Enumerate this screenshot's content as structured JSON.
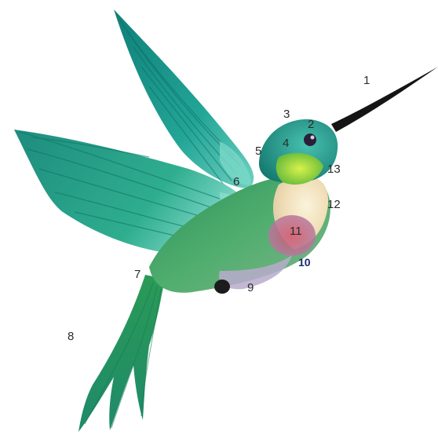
{
  "colors": {
    "background": "#ffffff",
    "plumage_teal": "#1f9b8c",
    "plumage_green": "#3f9a4a",
    "wing_light": "#63c2b3",
    "throat_yellow": "#b7e02a",
    "breast_cream": "#f5ead0",
    "belly_red": "#c94a63",
    "belly_lavender": "#b7a7c9",
    "beak_black": "#151515",
    "label_text": "#2b2b2b"
  },
  "labels": [
    {
      "id": "1",
      "text": "1"
    },
    {
      "id": "2",
      "text": "2"
    },
    {
      "id": "3",
      "text": "3"
    },
    {
      "id": "4",
      "text": "4"
    },
    {
      "id": "5",
      "text": "5"
    },
    {
      "id": "6",
      "text": "6"
    },
    {
      "id": "7",
      "text": "7"
    },
    {
      "id": "8",
      "text": "8"
    },
    {
      "id": "9",
      "text": "9"
    },
    {
      "id": "10",
      "text": "10"
    },
    {
      "id": "11",
      "text": "11"
    },
    {
      "id": "12",
      "text": "12"
    },
    {
      "id": "13",
      "text": "13"
    }
  ]
}
